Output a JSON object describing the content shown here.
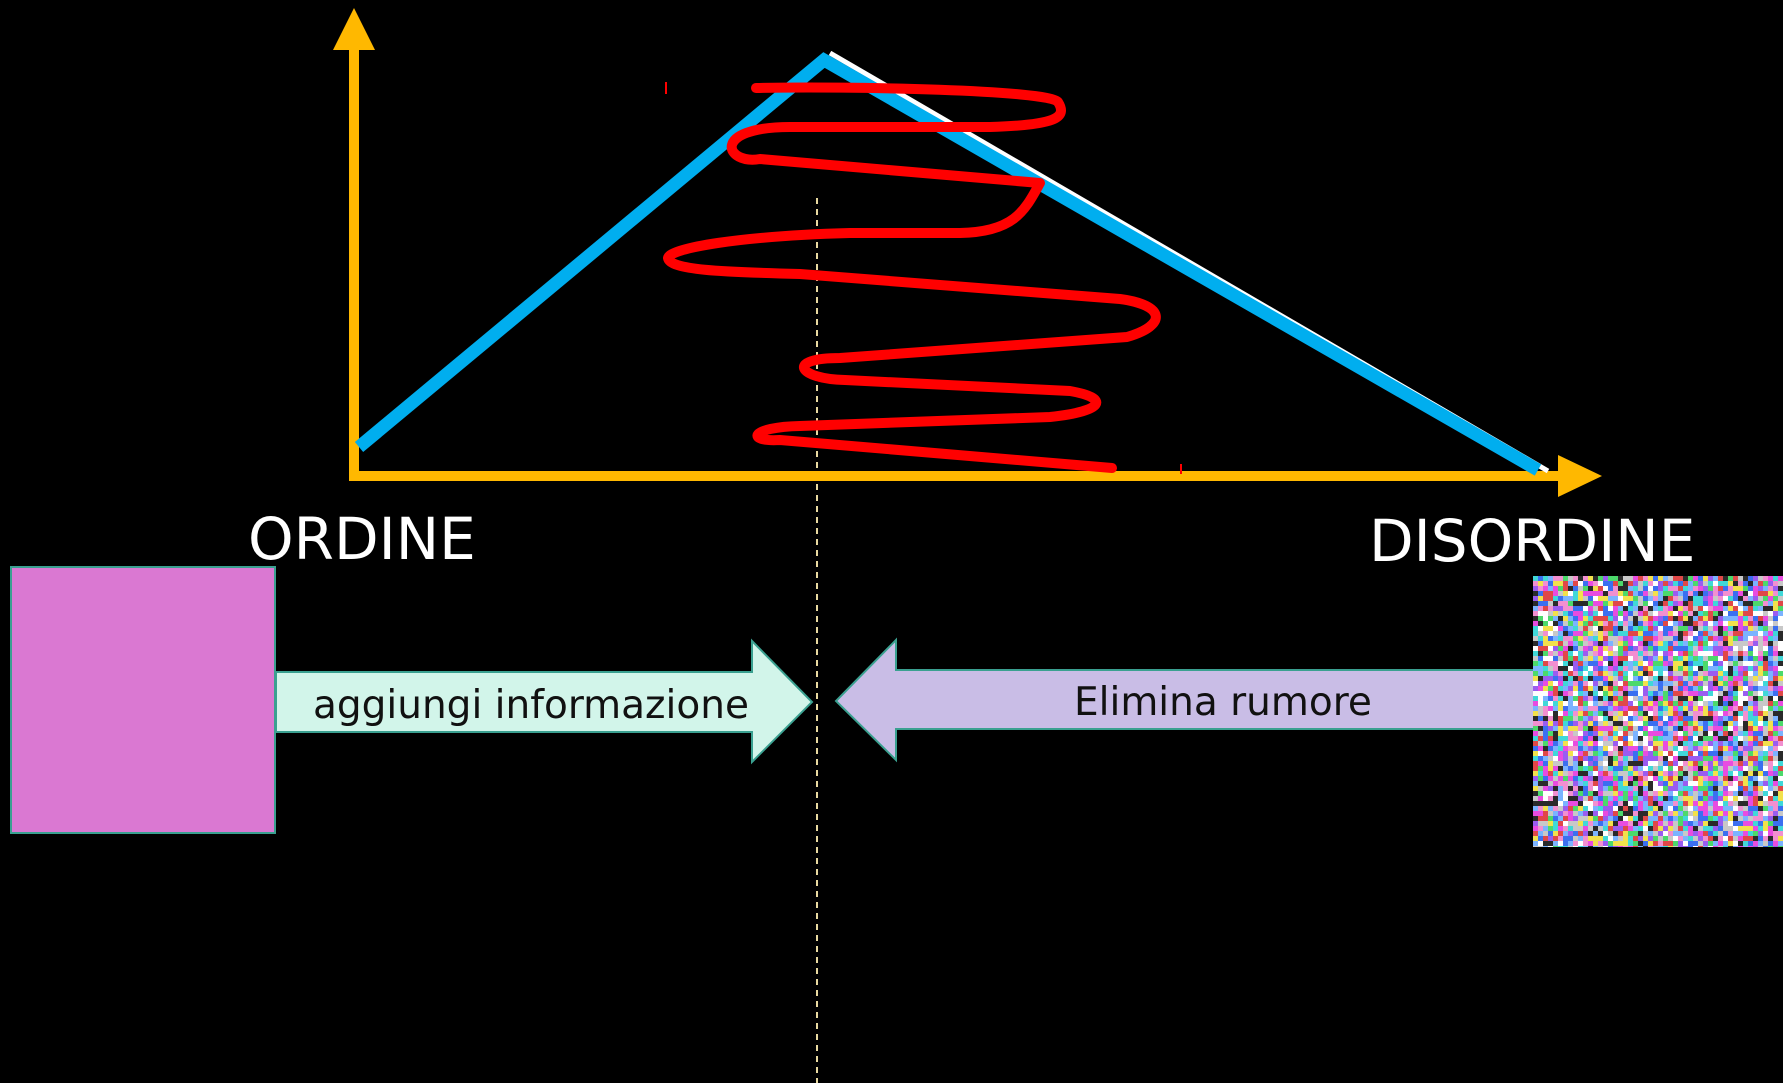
{
  "diagram": {
    "labels": {
      "left_end": "ORDINE",
      "right_end": "DISORDINE"
    },
    "arrows": {
      "add_information": "aggiungi informazione",
      "remove_noise": "Elimina rumore"
    },
    "colors": {
      "background": "#000000",
      "axes": "#FFB800",
      "peak_curve": "#00AEEF",
      "scribble": "#FF0000",
      "ordered_square": "#DA78D2",
      "left_arrow_fill": "#D2F5EA",
      "right_arrow_fill": "#C9BDE6",
      "arrow_outline": "#3AA090",
      "center_guide": "#E8D9A0"
    },
    "icons": {
      "ordered_square": "solid-magenta-square",
      "noise_image": "random-color-noise-tile"
    }
  }
}
